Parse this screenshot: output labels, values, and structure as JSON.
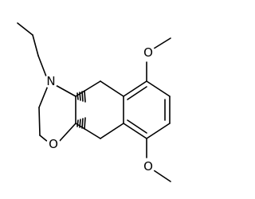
{
  "molecule": {
    "atoms": {
      "n1": "N",
      "o_ring": "O",
      "o_top": "O",
      "o_bottom": "O"
    },
    "colors": {
      "bond": "#000000",
      "label": "#000000",
      "background": "#ffffff"
    }
  }
}
